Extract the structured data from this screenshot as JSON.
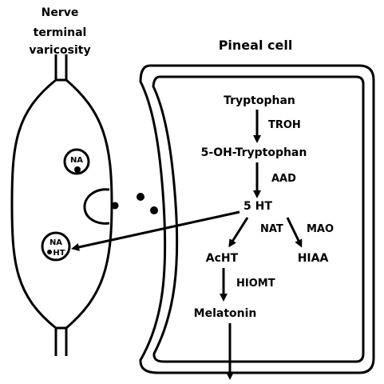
{
  "nerve": {
    "title_line1": "Nerve",
    "title_line2": "terminal",
    "title_line3": "varicosity",
    "vesicle1_label": "NA",
    "vesicle2_label_top": "NA",
    "vesicle2_label_bottom": "HT"
  },
  "pineal": {
    "title": "Pineal cell",
    "tryptophan": "Tryptophan",
    "troh": "TROH",
    "oh_tryptophan": "5-OH-Tryptophan",
    "aad": "AAD",
    "ht": "5 HT",
    "nat": "NAT",
    "mao": "MAO",
    "acht": "AcHT",
    "hiaa": "HIAA",
    "hiomt": "HIOMT",
    "melatonin": "Melatonin"
  }
}
